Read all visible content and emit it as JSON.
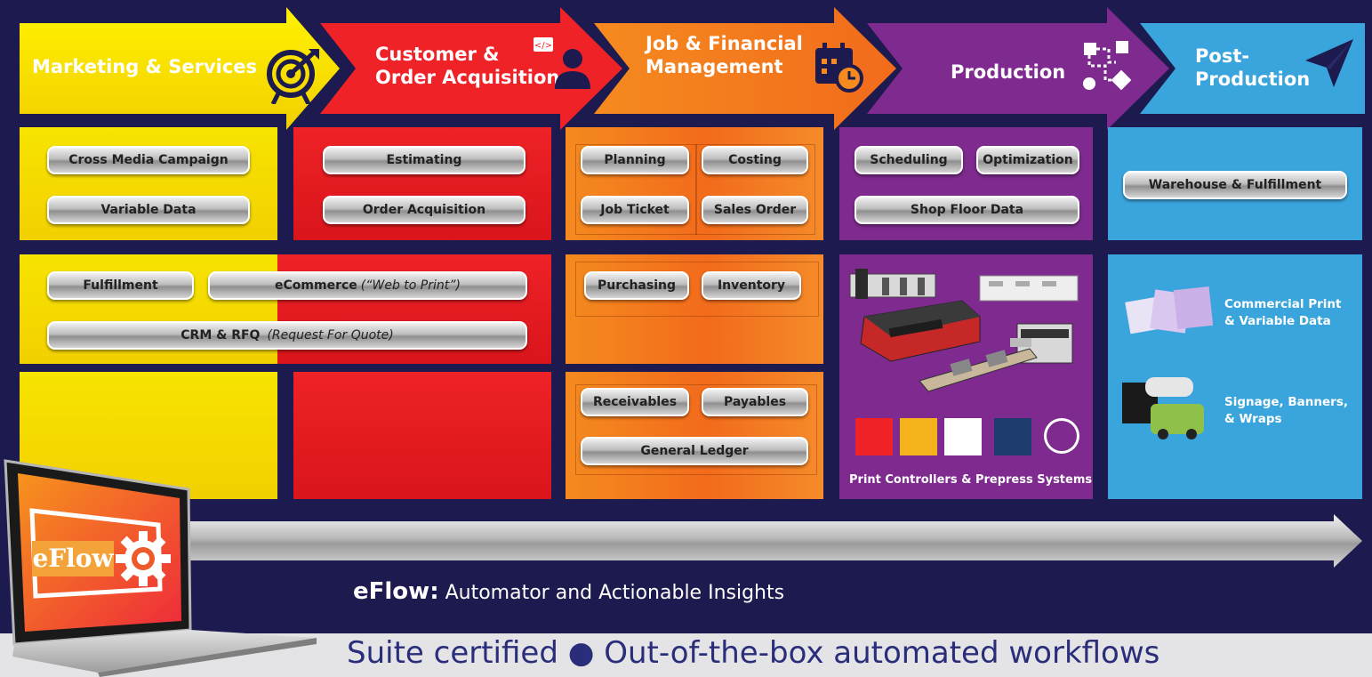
{
  "stages": [
    {
      "title_lines": [
        "Marketing & Services"
      ],
      "color": "#f5dc00",
      "icon": "target-icon"
    },
    {
      "title_lines": [
        "Customer &",
        "Order Acquisition"
      ],
      "color": "#ee2227",
      "icon": "customer-code-icon"
    },
    {
      "title_lines": [
        "Job & Financial",
        "Management"
      ],
      "color": "#f37a22",
      "icon": "calendar-clock-icon"
    },
    {
      "title_lines": [
        "Production"
      ],
      "color": "#7e2a8f",
      "icon": "workflow-nodes-icon"
    },
    {
      "title_lines": [
        "Post-",
        "Production"
      ],
      "color": "#3aa4dc",
      "icon": "paper-plane-icon"
    }
  ],
  "marketing": {
    "row1": [
      "Cross Media Campaign",
      "Variable Data"
    ],
    "row2": {
      "fulfillment": "Fulfillment",
      "ecommerce": "eCommerce",
      "ecommerce_note": "(“Web to Print”)",
      "crm": "CRM & RFQ",
      "crm_note": "(Request For Quote)"
    }
  },
  "customer": {
    "row1": [
      "Estimating",
      "Order Acquisition"
    ]
  },
  "job": {
    "row1": [
      "Planning",
      "Costing",
      "Job Ticket",
      "Sales Order"
    ],
    "row2": [
      "Purchasing",
      "Inventory"
    ],
    "row3": [
      "Receivables",
      "Payables",
      "General Ledger"
    ]
  },
  "production": {
    "row1": [
      "Scheduling",
      "Optimization",
      "Shop Floor Data"
    ],
    "caption": "Print Controllers & Prepress Systems"
  },
  "post": {
    "row1": [
      "Warehouse & Fulfillment"
    ],
    "items": [
      {
        "lines": [
          "Commercial Print",
          "& Variable Data"
        ]
      },
      {
        "lines": [
          "Signage, Banners,",
          "& Wraps"
        ]
      }
    ]
  },
  "eflow": {
    "logo_text": "eFlow",
    "label_bold": "eFlow:",
    "label_rest": "Automator and Actionable Insights"
  },
  "footer": {
    "text": "Suite certified  ●  Out-of-the-box automated workflows"
  }
}
